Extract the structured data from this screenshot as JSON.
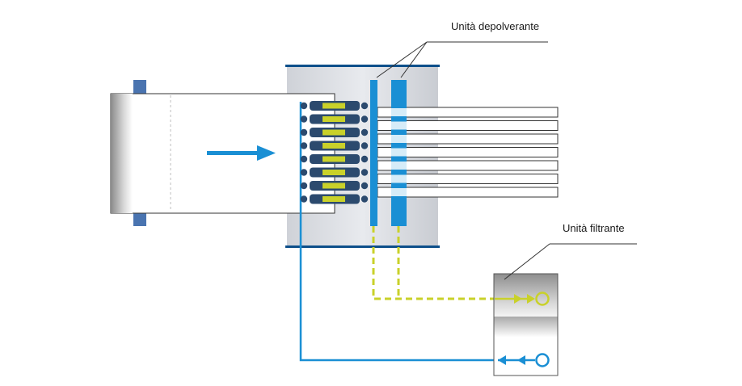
{
  "labels": {
    "dedusting_unit": "Unità depolverante",
    "filter_unit": "Unità filtrante"
  },
  "colors": {
    "accent_blue": "#1a8fd4",
    "dark_blue": "#0d4f8a",
    "nozzle_navy": "#2c4a6e",
    "yellow_green": "#c9d12a",
    "chamber_gray": "#d3d6dc",
    "roller_blue": "#4a74b0"
  },
  "icons": {
    "flow_arrow": "arrow-right-icon",
    "outlet_circle": "circle-icon"
  },
  "nozzle_count": 8,
  "output_strip_count": 7
}
